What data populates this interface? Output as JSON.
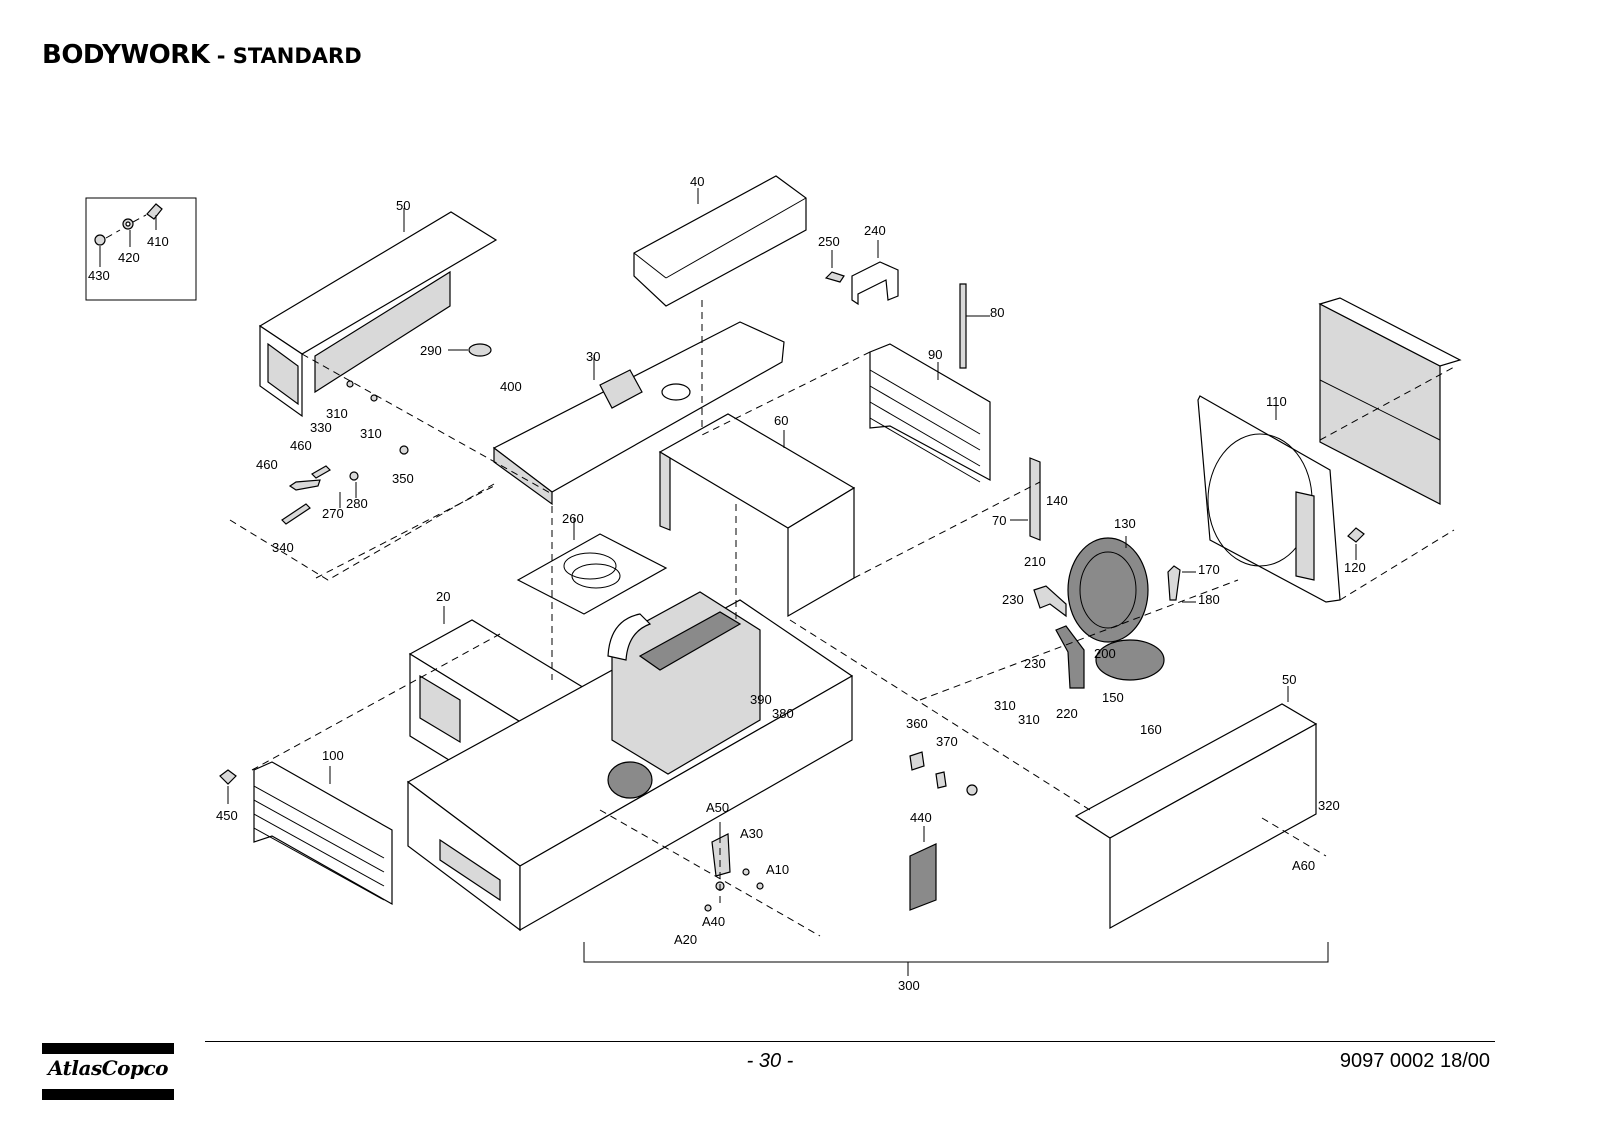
{
  "header": {
    "title_main": "BODYWORK",
    "title_sub": " - STANDARD"
  },
  "callouts": [
    "410",
    "420",
    "430",
    "50",
    "40",
    "250",
    "240",
    "80",
    "290",
    "30",
    "400",
    "90",
    "310",
    "310",
    "330",
    "460",
    "460",
    "350",
    "280",
    "270",
    "340",
    "60",
    "110",
    "260",
    "70",
    "140",
    "130",
    "120",
    "170",
    "180",
    "210",
    "230",
    "200",
    "20",
    "230",
    "220",
    "150",
    "390",
    "380",
    "160",
    "50",
    "310",
    "310",
    "360",
    "370",
    "100",
    "450",
    "A50",
    "A30",
    "A10",
    "440",
    "320",
    "A60",
    "A40",
    "A20",
    "300"
  ],
  "footer": {
    "logo_text": "AtlasCopco",
    "page_number": "- 30 -",
    "doc_number": "9097 0002 18/00"
  },
  "icons": {
    "brand": "atlas-copco-logo"
  }
}
